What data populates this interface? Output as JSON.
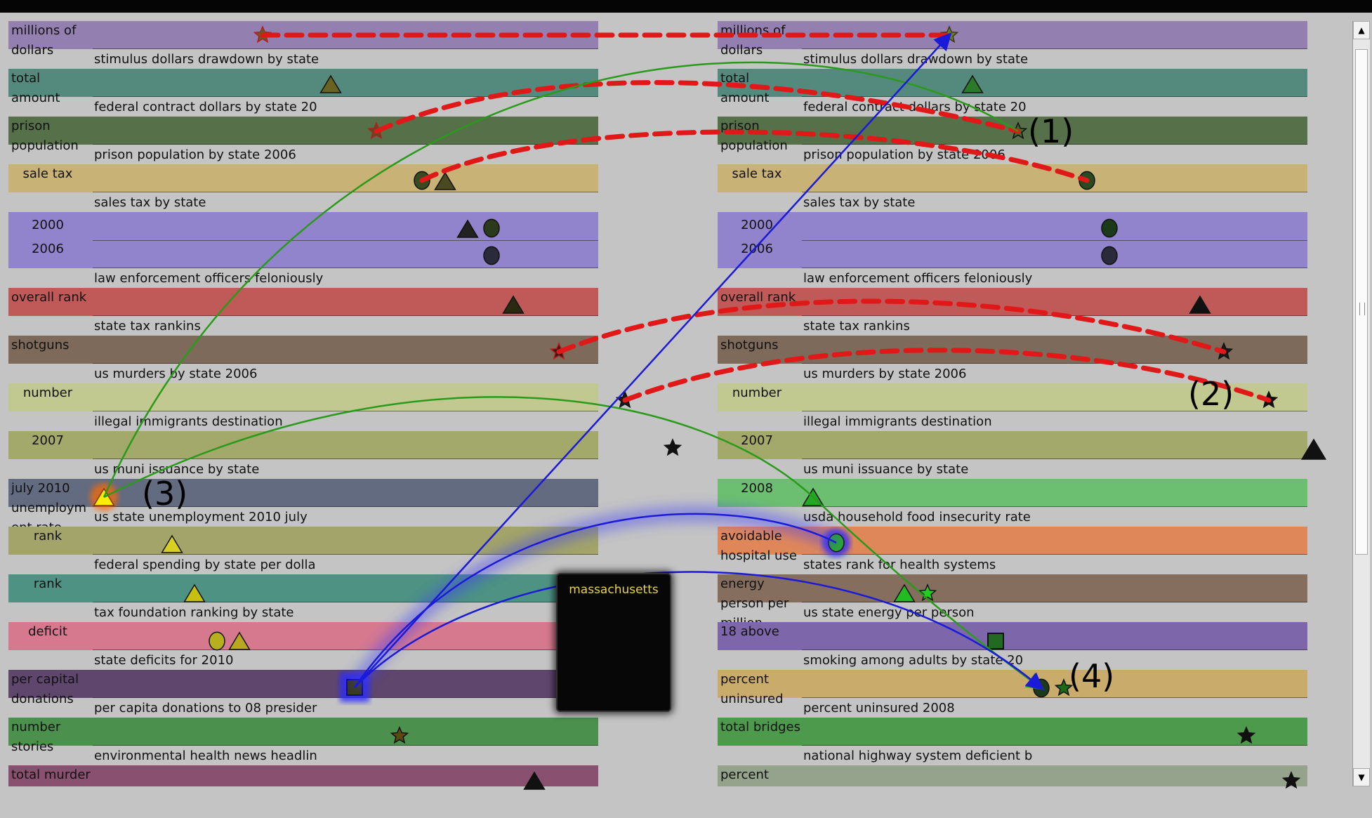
{
  "panels": {
    "left": {
      "rows": [
        {
          "labels": [
            "millions of",
            "dollars"
          ],
          "subtitle": "stimulus dollars drawdown by state",
          "color": "#9480b0",
          "height": 68
        },
        {
          "labels": [
            "total",
            "amount"
          ],
          "subtitle": "federal contract dollars by state 20",
          "color": "#548a7e",
          "height": 68
        },
        {
          "labels": [
            "prison",
            "population"
          ],
          "subtitle": "prison population by state 2006",
          "color": "#56704a",
          "height": 68
        },
        {
          "labels": [
            "sale tax"
          ],
          "subtitle": "sales tax by state",
          "color": "#c8b275",
          "height": 68,
          "label_center": true
        },
        {
          "labels": [
            "2000",
            "2006"
          ],
          "subtitle": "law enforcement officers feloniously",
          "color": "#9184cc",
          "height": 108,
          "label_center": true,
          "split": true
        },
        {
          "labels": [
            "overall rank"
          ],
          "subtitle": "state tax rankins",
          "color": "#c05a58",
          "height": 68
        },
        {
          "labels": [
            "shotguns"
          ],
          "subtitle": "us murders by state 2006",
          "color": "#7d6a5a",
          "height": 68
        },
        {
          "labels": [
            "number"
          ],
          "subtitle": "illegal immigrants destination",
          "color": "#c2c990",
          "height": 68,
          "label_center": true
        },
        {
          "labels": [
            "2007"
          ],
          "subtitle": "us muni issuance by state",
          "color": "#a3a96a",
          "height": 68,
          "label_center": true
        },
        {
          "labels": [
            "july 2010",
            "unemploym",
            "ent rate"
          ],
          "subtitle": "us state unemployment 2010 july",
          "color": "#636b80",
          "height": 68
        },
        {
          "labels": [
            "rank"
          ],
          "subtitle": "federal spending by state per dolla",
          "color": "#a2a469",
          "height": 68,
          "label_center": true
        },
        {
          "labels": [
            "rank"
          ],
          "subtitle": "tax foundation ranking by state",
          "color": "#4d9283",
          "height": 68,
          "label_center": true
        },
        {
          "labels": [
            "deficit"
          ],
          "subtitle": "state deficits for 2010",
          "color": "#d6798f",
          "height": 68,
          "label_center": true
        },
        {
          "labels": [
            "per capital",
            "donations"
          ],
          "subtitle": "per capita donations to 08 presider",
          "color": "#5e466d",
          "height": 68
        },
        {
          "labels": [
            "number",
            "stories"
          ],
          "subtitle": "environmental health news headlin",
          "color": "#4b904c",
          "height": 68
        },
        {
          "labels": [
            "total murder"
          ],
          "subtitle": "",
          "color": "#8a5070",
          "height": 68
        }
      ]
    },
    "right": {
      "rows": [
        {
          "labels": [
            "millions of",
            "dollars"
          ],
          "subtitle": "stimulus dollars drawdown by state",
          "color": "#9480b0",
          "height": 68
        },
        {
          "labels": [
            "total",
            "amount"
          ],
          "subtitle": "federal contract dollars by state 20",
          "color": "#548a7e",
          "height": 68
        },
        {
          "labels": [
            "prison",
            "population"
          ],
          "subtitle": "prison population by state 2006",
          "color": "#56704a",
          "height": 68
        },
        {
          "labels": [
            "sale tax"
          ],
          "subtitle": "sales tax by state",
          "color": "#c8b275",
          "height": 68,
          "label_center": true
        },
        {
          "labels": [
            "2000",
            "2006"
          ],
          "subtitle": "law enforcement officers feloniously",
          "color": "#9184cc",
          "height": 108,
          "label_center": true,
          "split": true
        },
        {
          "labels": [
            "overall rank"
          ],
          "subtitle": "state tax rankins",
          "color": "#c05a58",
          "height": 68
        },
        {
          "labels": [
            "shotguns"
          ],
          "subtitle": "us murders by state 2006",
          "color": "#7d6a5a",
          "height": 68
        },
        {
          "labels": [
            "number"
          ],
          "subtitle": "illegal immigrants destination",
          "color": "#c2c990",
          "height": 68,
          "label_center": true
        },
        {
          "labels": [
            "2007"
          ],
          "subtitle": "us muni issuance by state",
          "color": "#a3a96a",
          "height": 68,
          "label_center": true
        },
        {
          "labels": [
            "2008"
          ],
          "subtitle": "usda household food insecurity rate",
          "color": "#6cbf70",
          "height": 68,
          "label_center": true
        },
        {
          "labels": [
            "avoidable",
            "hospital use"
          ],
          "subtitle": "states rank for health systems",
          "color": "#e0875a",
          "height": 68
        },
        {
          "labels": [
            "energy",
            "person per",
            "million"
          ],
          "subtitle": "us state energy per person",
          "color": "#866e5e",
          "height": 68
        },
        {
          "labels": [
            "18 above"
          ],
          "subtitle": "smoking among adults by state 20",
          "color": "#7d66aa",
          "height": 68
        },
        {
          "labels": [
            "percent",
            "uninsured"
          ],
          "subtitle": "percent uninsured 2008",
          "color": "#c9ac6c",
          "height": 68
        },
        {
          "labels": [
            "total bridges"
          ],
          "subtitle": "national highway system deficient b",
          "color": "#4e9a4c",
          "height": 68
        },
        {
          "labels": [
            "percent"
          ],
          "subtitle": "",
          "color": "#95a38c",
          "height": 68
        }
      ]
    }
  },
  "tooltip": {
    "text": "massachusetts"
  },
  "annotations": [
    "(1)",
    "(2)",
    "(3)",
    "(4)"
  ],
  "scrollbar": {
    "up": "▲",
    "down": "▼"
  },
  "link_colors": {
    "dashed": "#e01818",
    "green": "#2a9a1a",
    "blue": "#1a1ad8",
    "highlight": "#3a3aff"
  }
}
